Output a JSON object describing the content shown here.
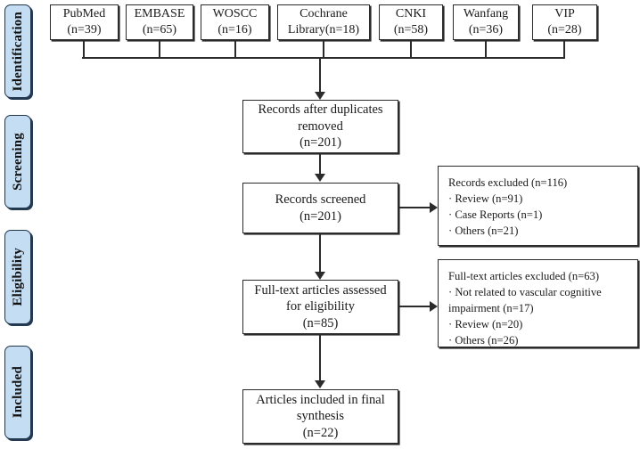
{
  "title": "PRISMA study selection flow diagram",
  "stages": [
    {
      "label": "Identification"
    },
    {
      "label": "Screening"
    },
    {
      "label": "Eligibility"
    },
    {
      "label": "Included"
    }
  ],
  "sources": [
    {
      "name": "PubMed",
      "count_label": "(n=39)",
      "n": 39,
      "lines": [
        "PubMed",
        "(n=39)"
      ]
    },
    {
      "name": "EMBASE",
      "count_label": "(n=65)",
      "n": 65,
      "lines": [
        "EMBASE",
        "(n=65)"
      ]
    },
    {
      "name": "WOSCC",
      "count_label": "(n=16)",
      "n": 16,
      "lines": [
        "WOSCC",
        "(n=16)"
      ]
    },
    {
      "name": "Cochrane Library",
      "count_label": "(n=18)",
      "n": 18,
      "lines": [
        "Cochrane",
        "Library(n=18)"
      ]
    },
    {
      "name": "CNKI",
      "count_label": "(n=58)",
      "n": 58,
      "lines": [
        "CNKI",
        "(n=58)"
      ]
    },
    {
      "name": "Wanfang",
      "count_label": "(n=36)",
      "n": 36,
      "lines": [
        "Wanfang",
        "(n=36)"
      ]
    },
    {
      "name": "VIP",
      "count_label": "(n=28)",
      "n": 28,
      "lines": [
        "VIP",
        "(n=28)"
      ]
    }
  ],
  "steps": {
    "duplicates_removed": {
      "line1": "Records after duplicates",
      "line2": "removed",
      "line3": "(n=201)",
      "n": 201
    },
    "records_screened": {
      "line1": "Records screened",
      "line2": "(n=201)",
      "n": 201
    },
    "fulltext_assessed": {
      "line1": "Full-text articles assessed",
      "line2": "for eligibility",
      "line3": "(n=85)",
      "n": 85
    },
    "included_final": {
      "line1": "Articles included in final",
      "line2": "synthesis",
      "line3": "(n=22)",
      "n": 22
    }
  },
  "exclusions": {
    "screening": {
      "header": "Records excluded (n=116)",
      "n": 116,
      "reasons": [
        "· Review (n=91)",
        "· Case Reports (n=1)",
        "· Others (n=21)"
      ]
    },
    "eligibility": {
      "header": "Full-text articles excluded (n=63)",
      "n": 63,
      "reasons": [
        "· Not related to vascular cognitive",
        " impairment (n=17)",
        "· Review (n=20)",
        "· Others (n=26)"
      ]
    }
  },
  "colors": {
    "stage_fill": "#c5ddf2",
    "stage_border": "#22364d",
    "box_border": "#2b2b2b",
    "line": "#2b2b2b",
    "background": "#ffffff"
  }
}
